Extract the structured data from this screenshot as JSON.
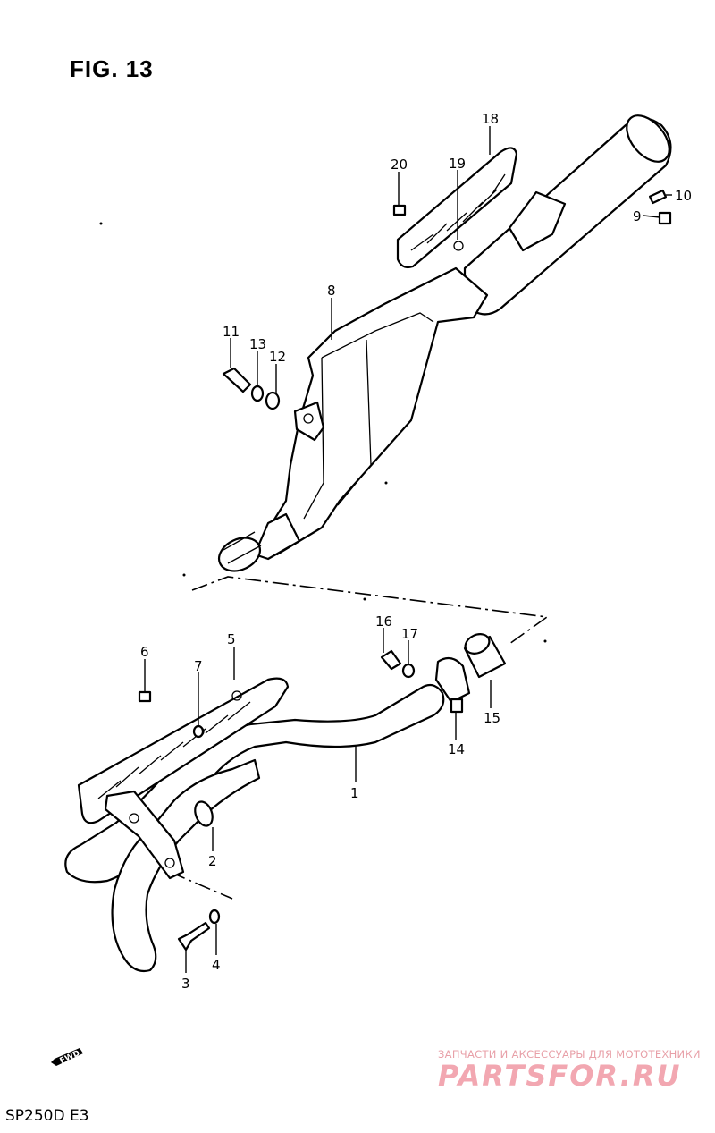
{
  "title": "FIG. 13",
  "model_code": "SP250D  E3",
  "fwd_label": "FWD",
  "watermark": {
    "tagline": "ЗАПЧАСТИ И АКСЕССУАРЫ ДЛЯ МОТОТЕХНИКИ",
    "logo": "PARTSFOR.RU"
  },
  "callouts": [
    "1",
    "2",
    "3",
    "4",
    "5",
    "6",
    "7",
    "8",
    "9",
    "10",
    "11",
    "12",
    "13",
    "14",
    "15",
    "16",
    "17",
    "18",
    "19",
    "20"
  ]
}
